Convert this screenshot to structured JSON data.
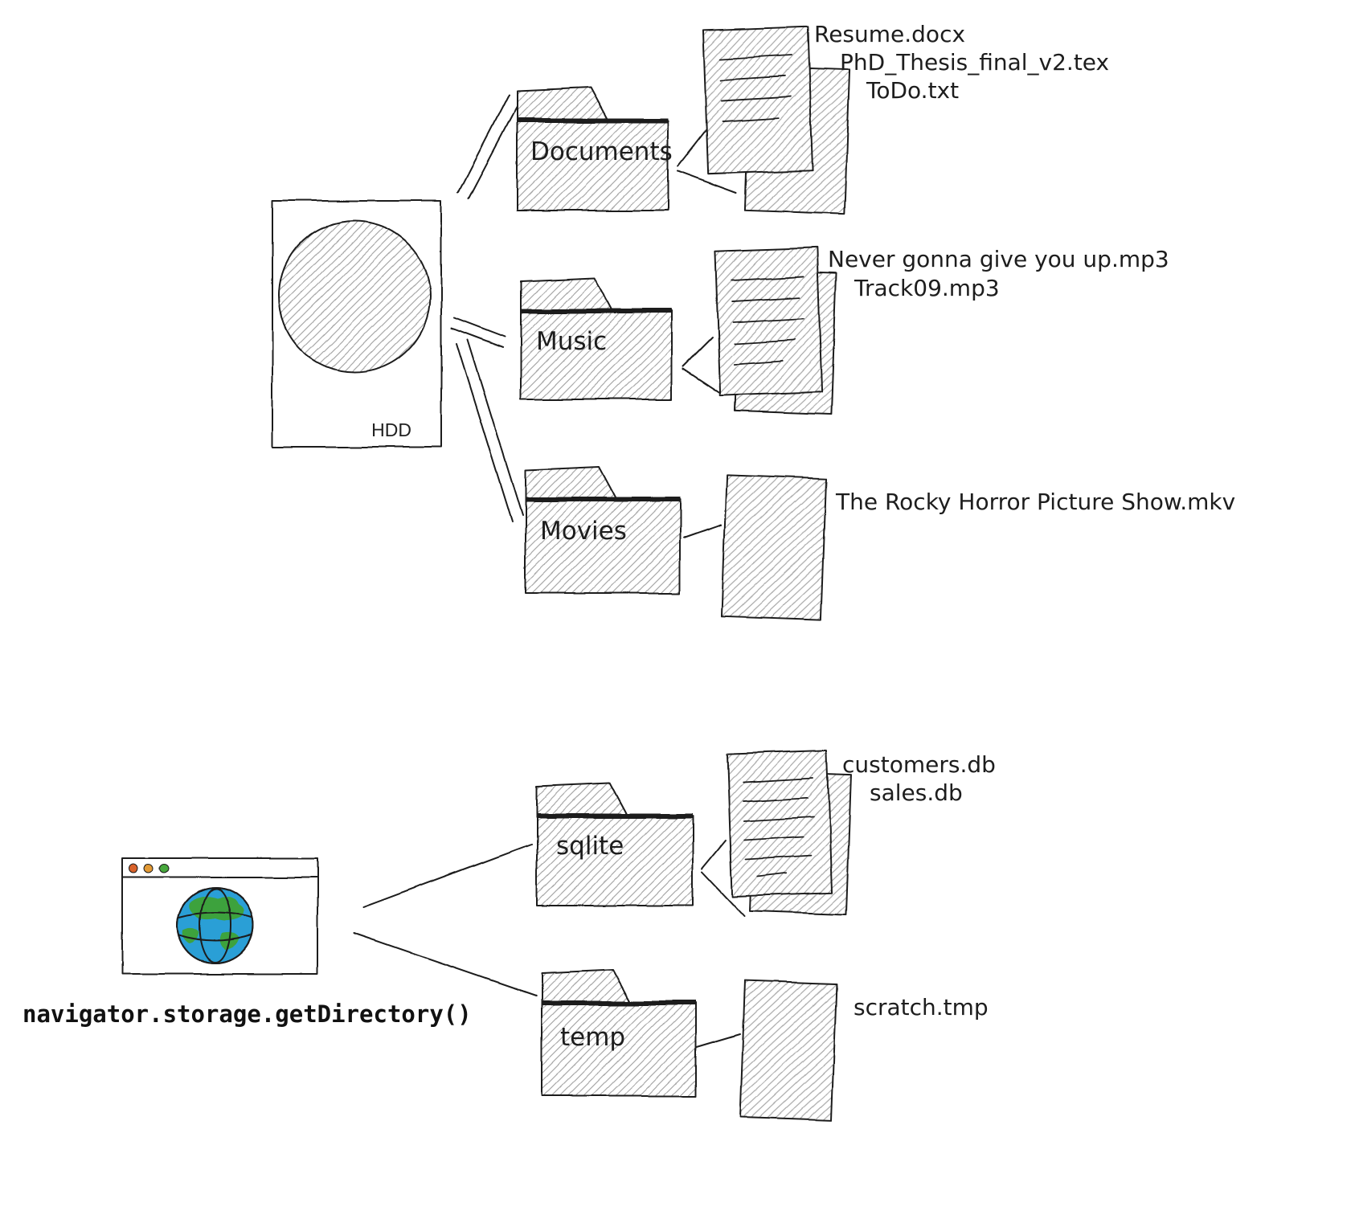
{
  "hdd": {
    "label": "HDD"
  },
  "browser": {
    "api_label": "navigator.storage.getDirectory()"
  },
  "folders": {
    "documents": {
      "label": "Documents",
      "files": [
        "Resume.docx",
        "PhD_Thesis_final_v2.tex",
        "ToDo.txt"
      ]
    },
    "music": {
      "label": "Music",
      "files": [
        "Never gonna give you up.mp3",
        "Track09.mp3"
      ]
    },
    "movies": {
      "label": "Movies",
      "files": [
        "The Rocky Horror Picture Show.mkv"
      ]
    },
    "sqlite": {
      "label": "sqlite",
      "files": [
        "customers.db",
        "sales.db"
      ]
    },
    "temp": {
      "label": "temp",
      "files": [
        "scratch.tmp"
      ]
    }
  },
  "icons": {
    "hdd": "hdd-icon",
    "browser": "browser-window-icon",
    "globe": "globe-icon",
    "folder": "folder-icon",
    "file": "document-icon"
  },
  "colors": {
    "ink": "#1d1d1d",
    "hatch": "#a9a9a9",
    "window_dot_left": "#d9622b",
    "window_dot_middle": "#e39a35",
    "window_dot_right": "#47a83c",
    "globe_water": "#2b9fd6",
    "globe_land": "#3ca23c"
  }
}
